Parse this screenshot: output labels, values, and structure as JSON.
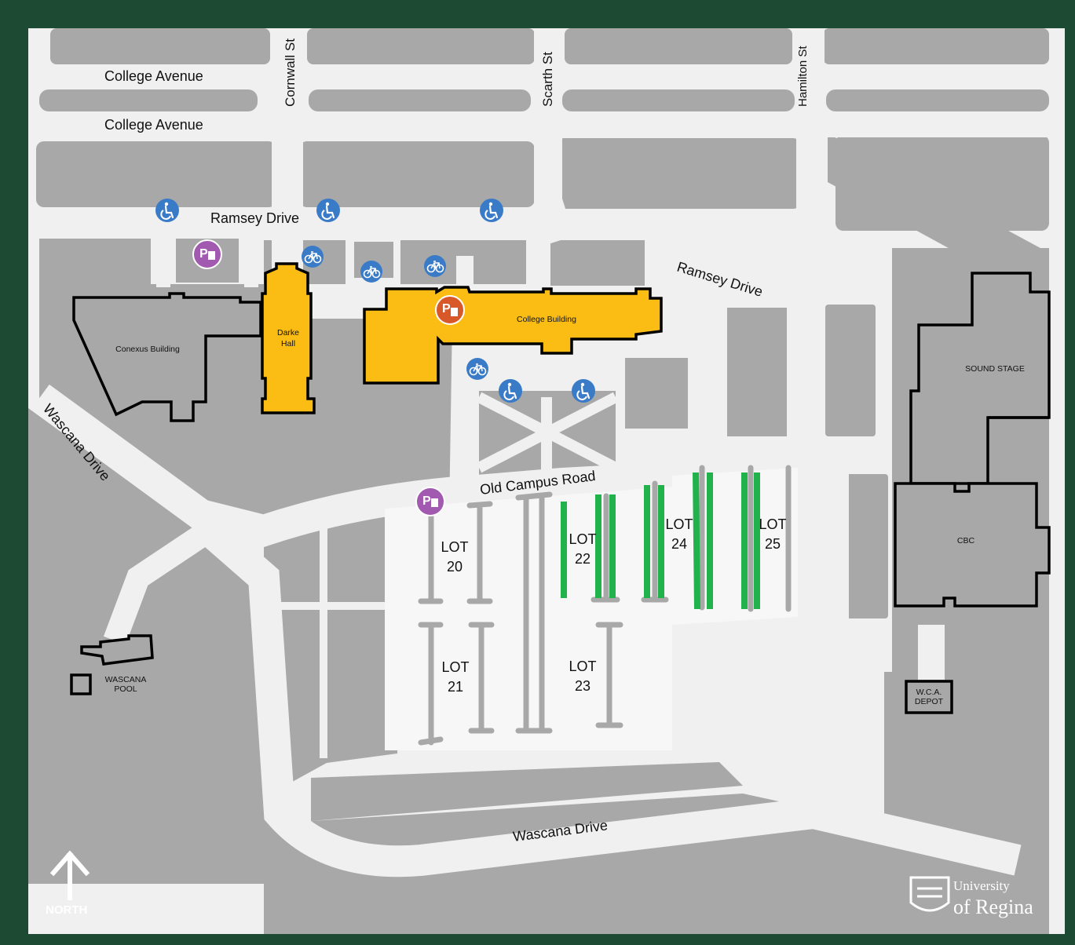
{
  "colors": {
    "frame": "#1d4a33",
    "road": "#f0f0f0",
    "block": "#a8a8a8",
    "building_highlight": "#fbbd14",
    "building_other": "#a8a8a8",
    "parking_stripe": "#22b24c",
    "accessibility_icon": "#3a7bc8",
    "parking_permit_icon": "#a25ab0",
    "parking_payment_icon": "#d8582a"
  },
  "streets": {
    "college_avenue_north": "College Avenue",
    "college_avenue_south": "College Avenue",
    "cornwall": "Cornwall St",
    "scarth": "Scarth St",
    "hamilton": "Hamilton St",
    "ramsey_drive_west": "Ramsey Drive",
    "ramsey_drive_east": "Ramsey Drive",
    "wascana_drive_west": "Wascana Drive",
    "wascana_drive_south": "Wascana Drive",
    "old_campus_road": "Old Campus Road"
  },
  "buildings": {
    "conexus": "Conexus  Building",
    "darke_hall_line1": "Darke",
    "darke_hall_line2": "Hall",
    "college_building": "College  Building",
    "sound_stage": "SOUND STAGE",
    "cbc": "CBC",
    "wascana_pool_line1": "WASCANA",
    "wascana_pool_line2": "POOL",
    "wca_depot_line1": "W.C.A.",
    "wca_depot_line2": "DEPOT"
  },
  "lots": [
    {
      "id": "20",
      "line1": "LOT",
      "line2": "20"
    },
    {
      "id": "21",
      "line1": "LOT",
      "line2": "21"
    },
    {
      "id": "22",
      "line1": "LOT",
      "line2": "22"
    },
    {
      "id": "23",
      "line1": "LOT",
      "line2": "23"
    },
    {
      "id": "24",
      "line1": "LOT",
      "line2": "24"
    },
    {
      "id": "25",
      "line1": "LOT",
      "line2": "25"
    }
  ],
  "icons": {
    "accessibility": "wheelchair-icon",
    "bicycle": "bicycle-icon",
    "parking_permit": "parking-permit-icon",
    "parking_payment": "parking-payment-icon",
    "north_arrow": "north-arrow-icon"
  },
  "parking_letter": "P",
  "compass": {
    "label": "NORTH"
  },
  "logo": {
    "line1": "University",
    "line2": "of Regina"
  }
}
